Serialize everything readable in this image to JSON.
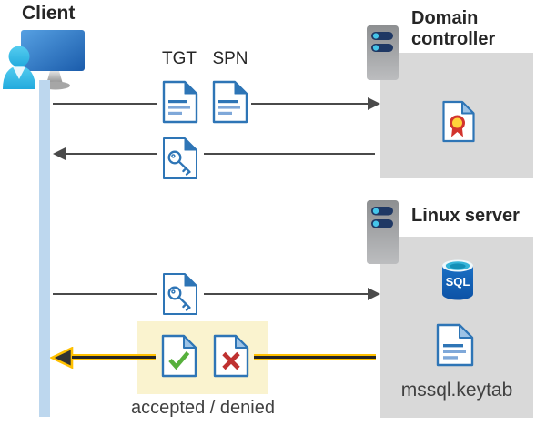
{
  "client": {
    "label": "Client"
  },
  "tickets": {
    "tgt": "TGT",
    "spn": "SPN"
  },
  "domain_controller": {
    "label": "Domain controller"
  },
  "linux_server": {
    "label": "Linux server",
    "sql_badge": "SQL",
    "keytab_file": "mssql.keytab"
  },
  "response": {
    "label": "accepted / denied"
  },
  "icons": {
    "client": "client-workstation-icon",
    "domain_controller": "server-tower-icon",
    "linux_server": "server-tower-icon",
    "tgt": "document-icon",
    "spn": "document-icon",
    "ticket_request": "key-document-icon",
    "ticket_present": "key-document-icon",
    "certificate": "certificate-document-icon",
    "sql": "sql-database-icon",
    "keytab": "document-icon",
    "accepted": "check-document-icon",
    "denied": "cross-document-icon"
  },
  "colors": {
    "accent_blue": "#2e75b6",
    "line_light_blue": "#7fa8d9",
    "box_gray": "#d9d9d9",
    "server_navy": "#1f3864",
    "server_cyan": "#45c5ea",
    "lifeline_blue": "#bdd7ee",
    "arrow_gray": "#4a4a4a",
    "highlight_bg": "#faf3cf",
    "highlight_yellow": "#ffc000",
    "check_green": "#57b03c",
    "cross_red": "#bf3130",
    "cert_yellow": "#ffd23b",
    "cert_red": "#d2342e",
    "text_dark": "#262626",
    "text_gray": "#404040"
  }
}
